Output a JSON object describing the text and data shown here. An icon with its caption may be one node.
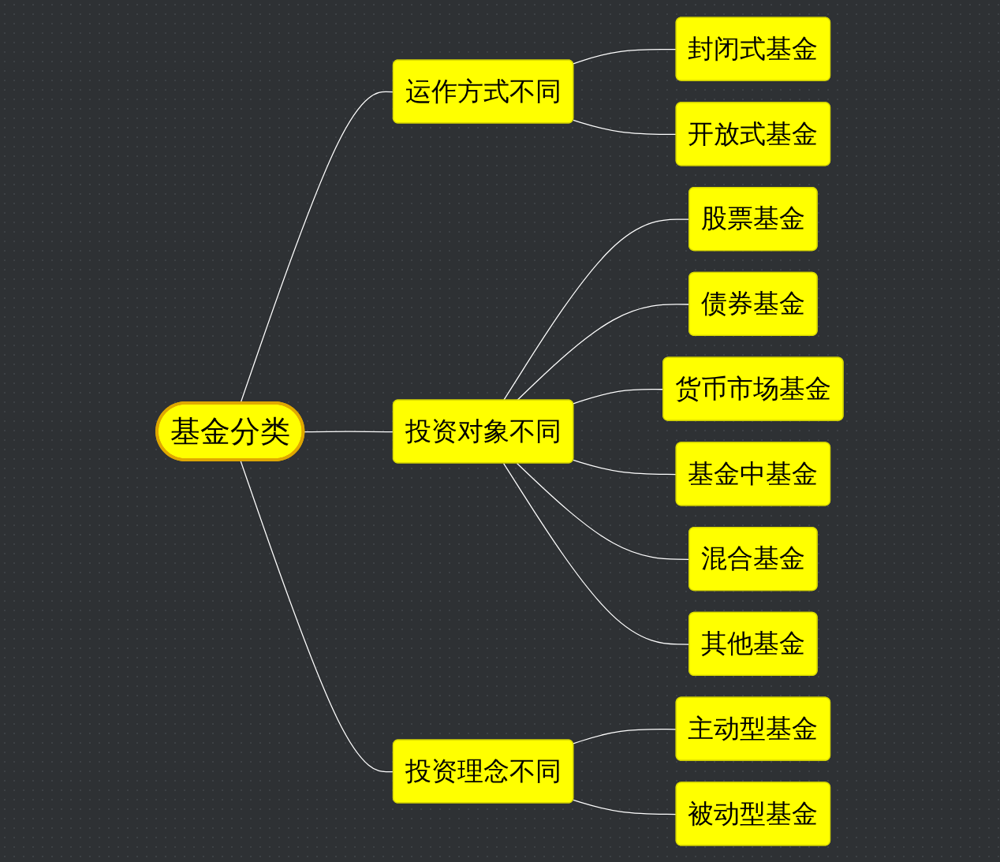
{
  "diagram": {
    "nodes": [
      {
        "text": [
          "基金分类"
        ]
      },
      {
        "text": [
          "运作方式不同"
        ]
      },
      {
        "text": [
          "封闭式基金"
        ]
      },
      {
        "text": [
          "开放式基金"
        ]
      },
      {
        "text": [
          "投资对象不同"
        ]
      },
      {
        "text": [
          "股票基金"
        ]
      },
      {
        "text": [
          "债券基金"
        ]
      },
      {
        "text": [
          "货币市场基金"
        ]
      },
      {
        "text": [
          "基金中基金"
        ]
      },
      {
        "text": [
          "混合基金"
        ]
      },
      {
        "text": [
          "其他基金"
        ]
      },
      {
        "text": [
          "投资理念不同"
        ]
      },
      {
        "text": [
          "主动型基金"
        ]
      },
      {
        "text": [
          "被动型基金"
        ]
      }
    ],
    "edges": [
      {
        "from": 0,
        "to": 1,
        "arrow": "none"
      },
      {
        "from": 1,
        "to": 2,
        "arrow": "none"
      },
      {
        "from": 1,
        "to": 3,
        "arrow": "none"
      },
      {
        "from": 0,
        "to": 4,
        "arrow": "none"
      },
      {
        "from": 4,
        "to": 5,
        "arrow": "none"
      },
      {
        "from": 4,
        "to": 6,
        "arrow": "none"
      },
      {
        "from": 4,
        "to": 7,
        "arrow": "none"
      },
      {
        "from": 4,
        "to": 8,
        "arrow": "none"
      },
      {
        "from": 4,
        "to": 9,
        "arrow": "none"
      },
      {
        "from": 4,
        "to": 10,
        "arrow": "none"
      },
      {
        "from": 0,
        "to": 11,
        "arrow": "none"
      },
      {
        "from": 11,
        "to": 12,
        "arrow": "none"
      },
      {
        "from": 11,
        "to": 13,
        "arrow": "none"
      }
    ]
  }
}
